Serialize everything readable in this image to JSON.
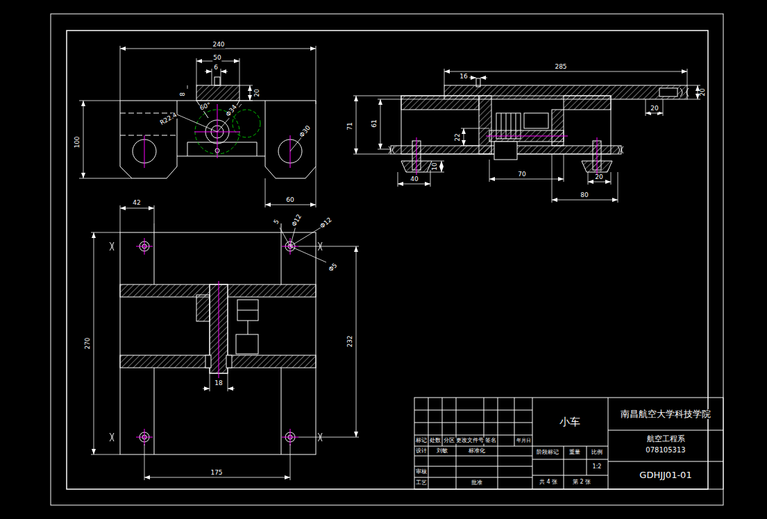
{
  "diagram": {
    "labels": [
      "240",
      "50",
      "6",
      "8",
      "20",
      "60°",
      "R22.4",
      "Φ34",
      "Φ30",
      "100",
      "60",
      "16",
      "285",
      "20",
      "20",
      "71",
      "61",
      "22",
      "10",
      "40",
      "70",
      "20",
      "80",
      "42",
      "5",
      "Φ12",
      "Φ12",
      "Φ5",
      "270",
      "232",
      "18",
      "175",
      "小车",
      "南昌航空大学科技学院",
      "航空工程系",
      "078105313",
      "GDHJJ01-01",
      "标记",
      "处数",
      "分区",
      "更改文件号",
      "签名",
      "年月日",
      "设计",
      "刘敏",
      "标准化",
      "阶段标记",
      "重量",
      "比例",
      "1:2",
      "审核",
      "工艺",
      "批准",
      "共 4 张",
      "第 2 张"
    ]
  }
}
